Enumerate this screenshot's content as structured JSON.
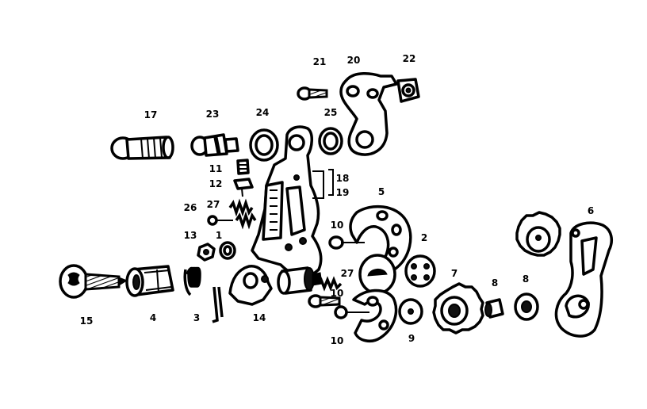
{
  "callouts": {
    "p1": "1",
    "p2": "2",
    "p3": "3",
    "p4": "4",
    "p5": "5",
    "p6": "6",
    "p7": "7",
    "p8a": "8",
    "p8b": "8",
    "p9": "9",
    "p10a": "10",
    "p10b": "10",
    "p10c": "10",
    "p11": "11",
    "p12": "12",
    "p13": "13",
    "p14": "14",
    "p15": "15",
    "p17": "17",
    "p18": "18",
    "p19": "19",
    "p20": "20",
    "p21": "21",
    "p22": "22",
    "p23": "23",
    "p24": "24",
    "p25": "25",
    "p26": "26",
    "p27a": "27",
    "p27b": "27"
  }
}
